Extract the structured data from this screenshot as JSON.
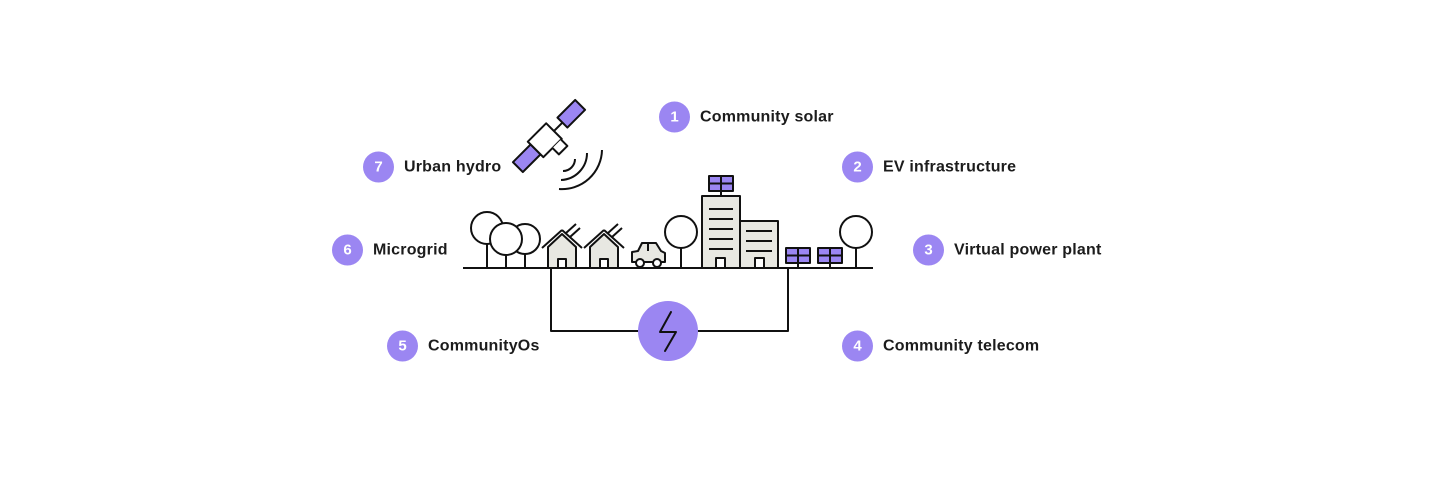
{
  "colors": {
    "accent": "#9b86f2",
    "building_fill": "#e8e8e2",
    "stroke": "#111111"
  },
  "labels": [
    {
      "number": "1",
      "text": "Community solar"
    },
    {
      "number": "2",
      "text": "EV infrastructure"
    },
    {
      "number": "3",
      "text": "Virtual power plant"
    },
    {
      "number": "4",
      "text": "Community telecom"
    },
    {
      "number": "5",
      "text": "CommunityOs"
    },
    {
      "number": "6",
      "text": "Microgrid"
    },
    {
      "number": "7",
      "text": "Urban hydro"
    }
  ],
  "icons": {
    "satellite": "satellite-icon",
    "energy": "lightning-bolt-icon"
  }
}
